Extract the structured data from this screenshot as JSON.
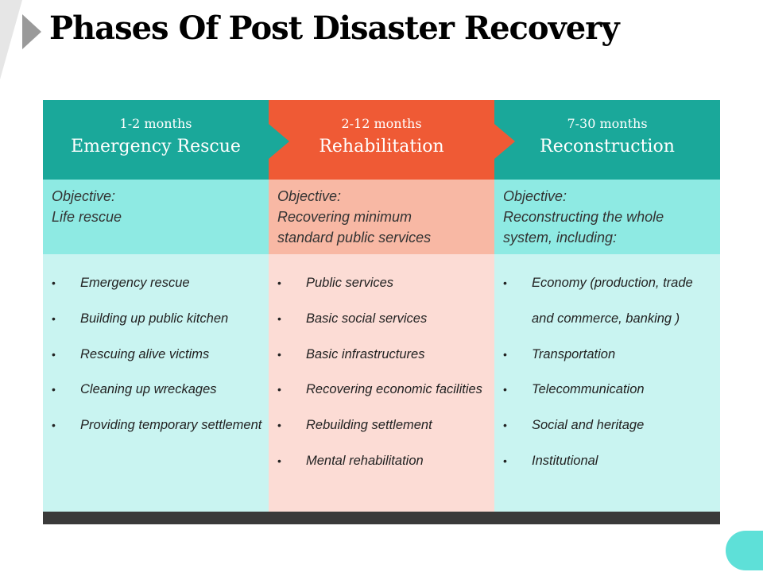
{
  "title": "Phases Of Post Disaster Recovery",
  "colors": {
    "teal_header": "#1aa89a",
    "teal_objective": "#8eeae3",
    "teal_body": "#c9f4f1",
    "orange_header": "#ef5a35",
    "orange_objective": "#f8b8a4",
    "orange_body": "#fcdcd5",
    "bottom_bar": "#3a3a3a"
  },
  "phases": [
    {
      "duration": "1-2 months",
      "name": "Emergency Rescue",
      "objective_label": "Objective:",
      "objective_lines": [
        "Life rescue"
      ],
      "items": [
        "Emergency rescue",
        "Building up public kitchen",
        "Rescuing alive victims",
        "Cleaning up wreckages",
        "Providing temporary settlement"
      ]
    },
    {
      "duration": "2-12 months",
      "name": "Rehabilitation",
      "objective_label": "Objective:",
      "objective_lines": [
        "Recovering minimum",
        "standard public services"
      ],
      "items": [
        "Public services",
        "Basic social services",
        "Basic infrastructures",
        "Recovering economic facilities",
        "Rebuilding settlement",
        "Mental rehabilitation"
      ]
    },
    {
      "duration": "7-30 months",
      "name": "Reconstruction",
      "objective_label": "Objective:",
      "objective_lines": [
        "Reconstructing the whole",
        "system, including:"
      ],
      "items": [
        "Economy (production, trade and commerce, banking )",
        "Transportation",
        "Telecommunication",
        "Social and heritage",
        "Institutional"
      ]
    }
  ]
}
